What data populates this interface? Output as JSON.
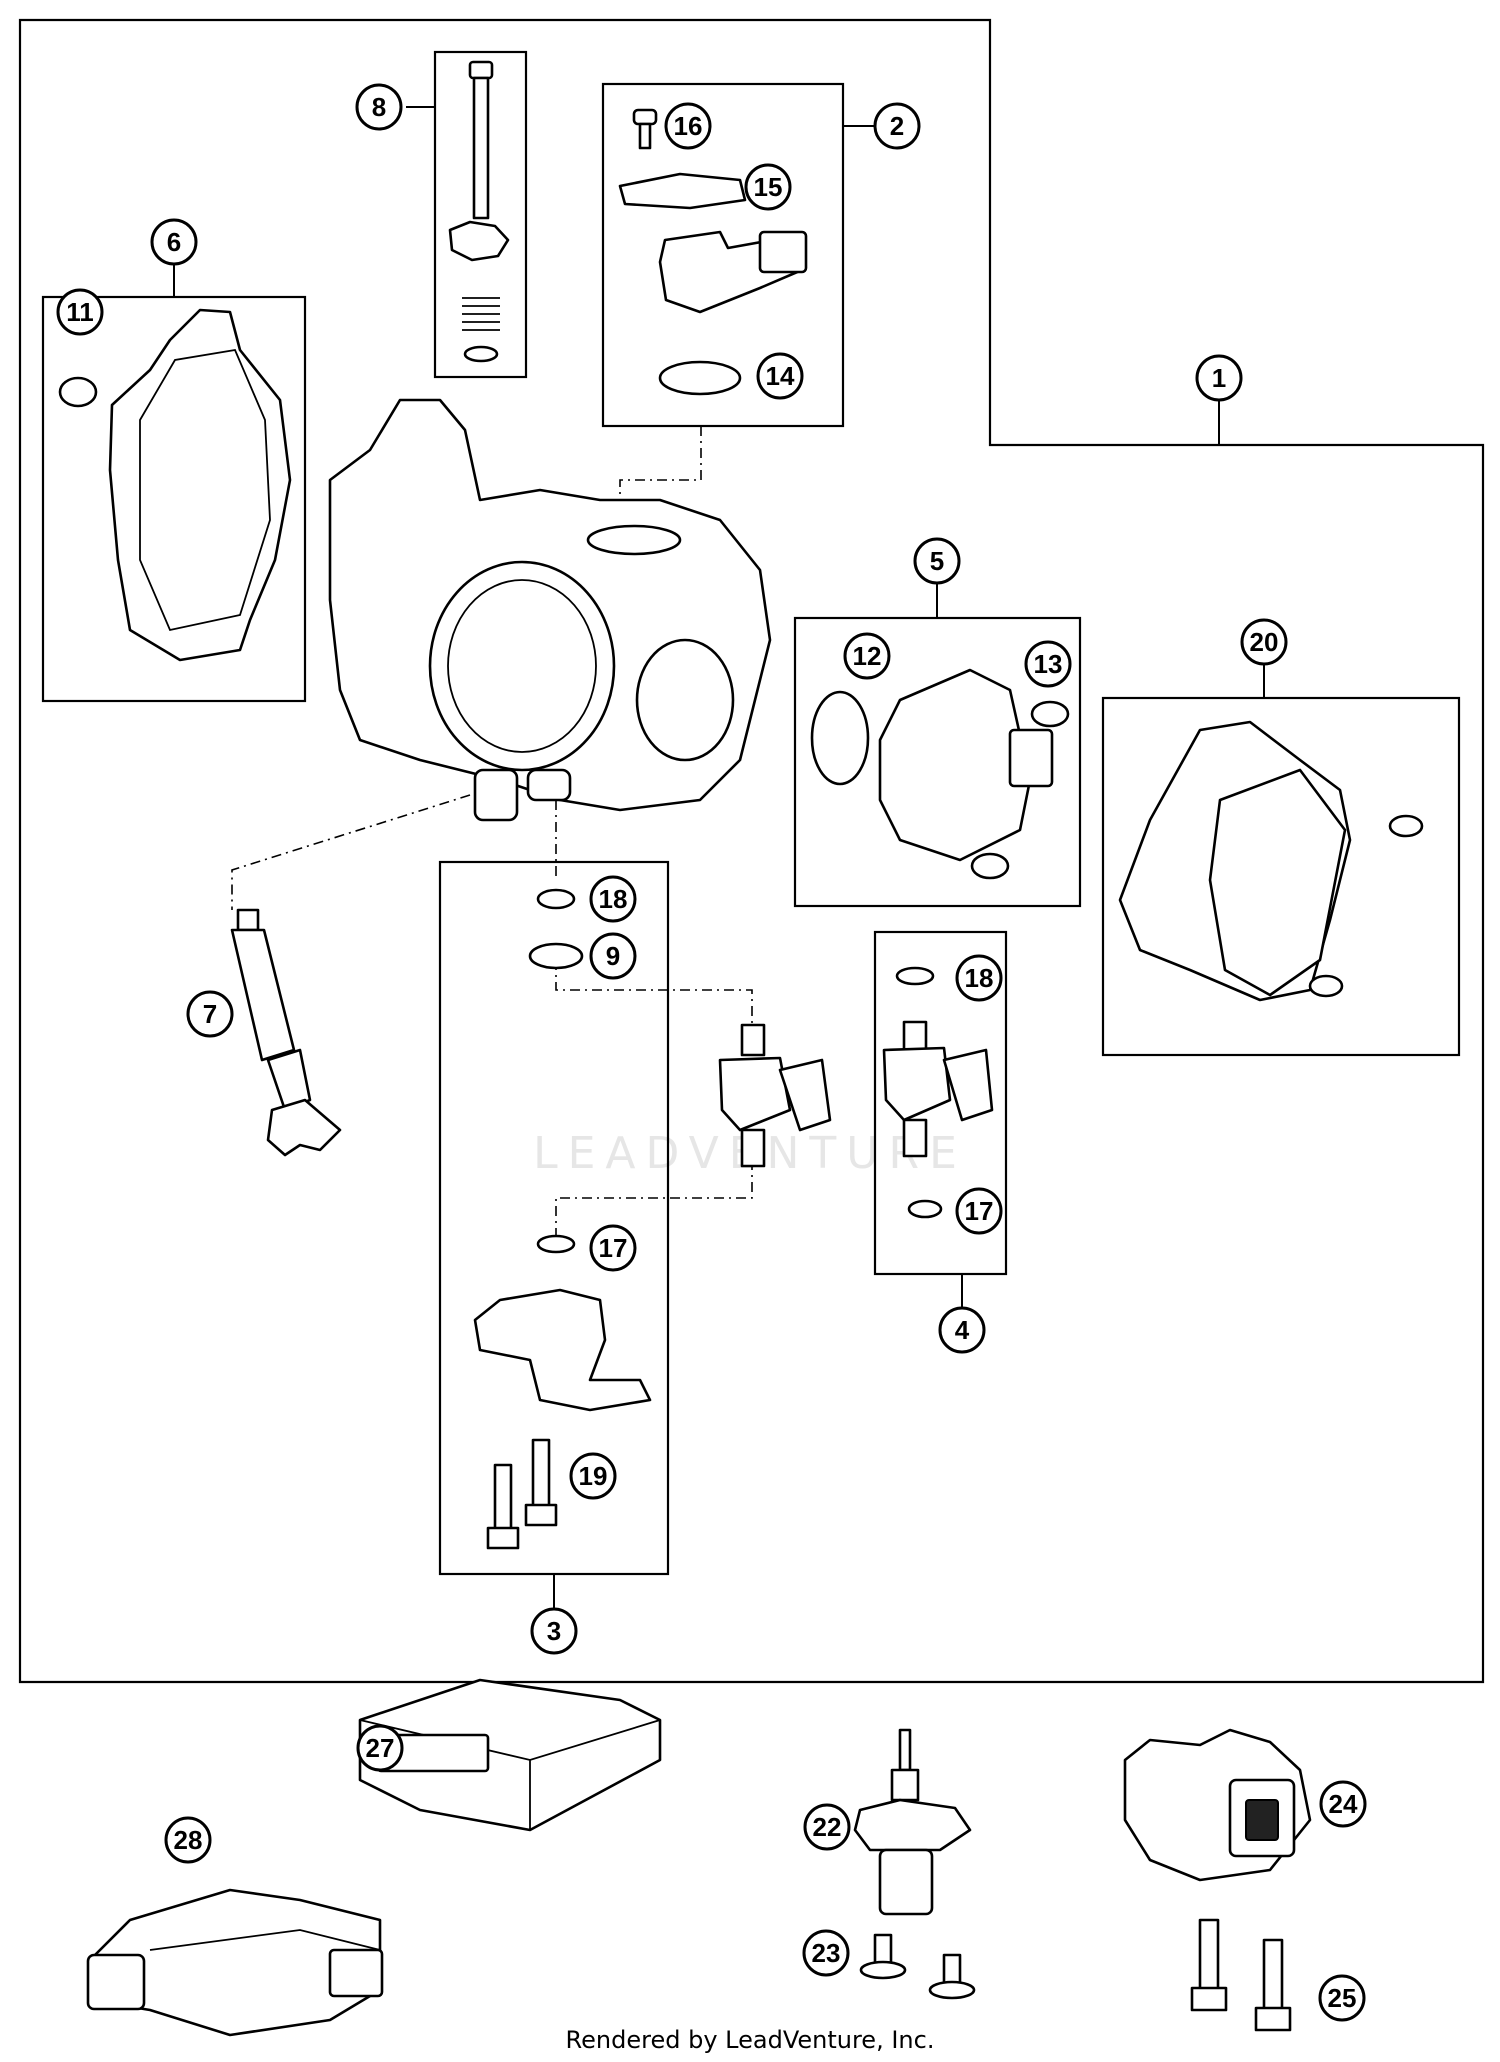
{
  "diagram": {
    "callouts": {
      "c1": "1",
      "c2": "2",
      "c3": "3",
      "c4": "4",
      "c5": "5",
      "c6": "6",
      "c7": "7",
      "c8": "8",
      "c9": "9",
      "c11": "11",
      "c12": "12",
      "c13": "13",
      "c14": "14",
      "c15": "15",
      "c16": "16",
      "c17a": "17",
      "c17b": "17",
      "c18a": "18",
      "c18b": "18",
      "c19": "19",
      "c20": "20",
      "c22": "22",
      "c23": "23",
      "c24": "24",
      "c25": "25",
      "c27": "27",
      "c28": "28"
    },
    "watermark": "LEADVENTURE",
    "footer": "Rendered by LeadVenture, Inc."
  }
}
